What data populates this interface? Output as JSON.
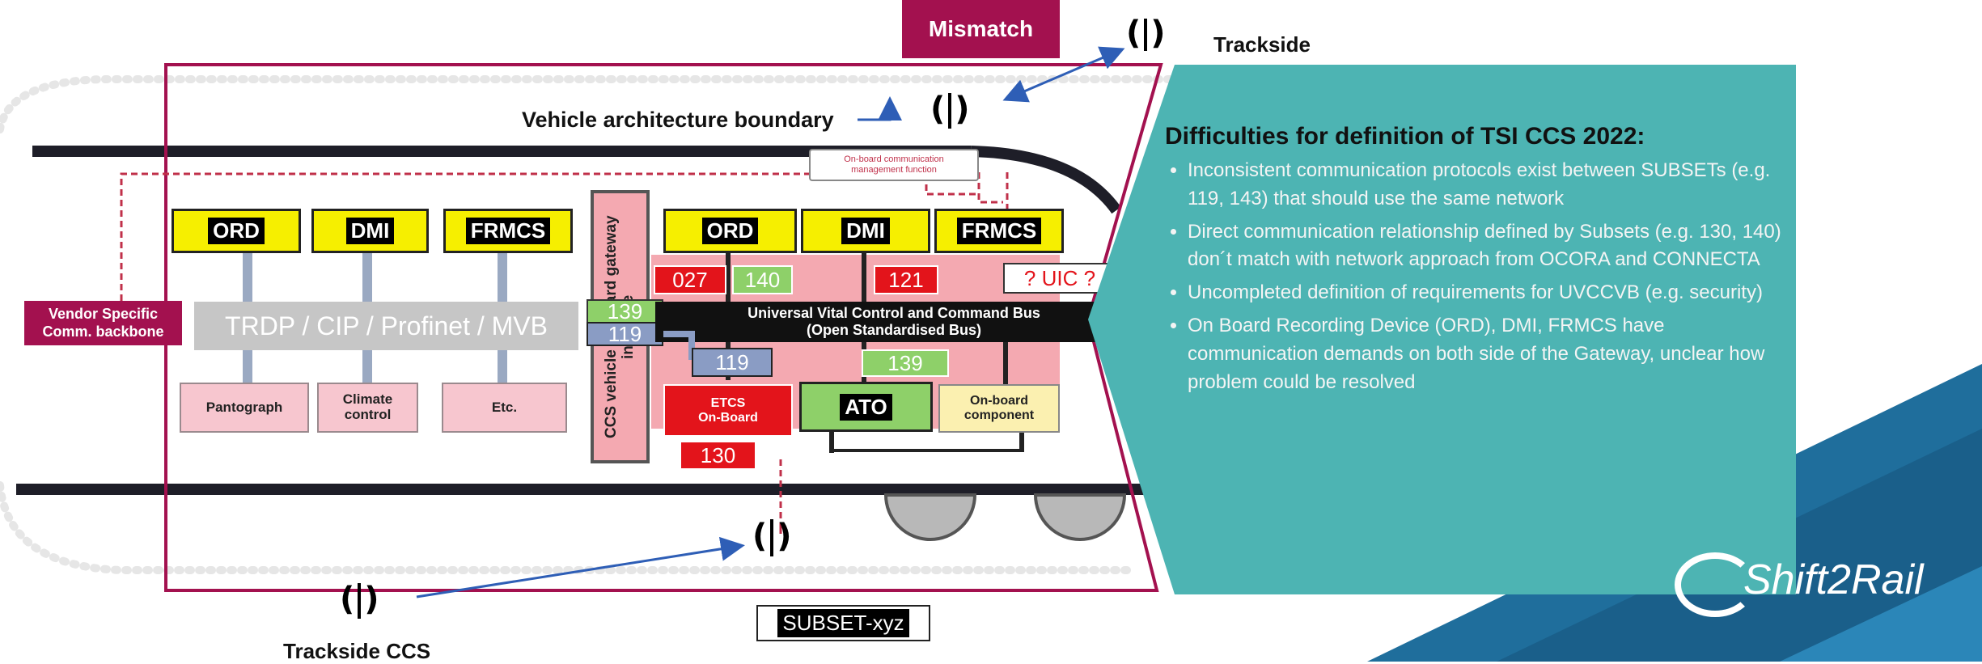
{
  "header": {
    "mismatch_label": "Mismatch",
    "trackside_label": "Trackside"
  },
  "train": {
    "vehicle_boundary_label": "Vehicle architecture boundary",
    "onboard_comm_label": "On-board communication management function",
    "left_units": [
      {
        "label": "ORD"
      },
      {
        "label": "DMI"
      },
      {
        "label": "FRMCS"
      }
    ],
    "right_units": [
      {
        "label": "ORD"
      },
      {
        "label": "DMI"
      },
      {
        "label": "FRMCS"
      }
    ],
    "vendor_backbone_label": "Vendor Specific Comm. backbone",
    "bus_protocols": "TRDP / CIP / Profinet / MVB",
    "left_devices": [
      {
        "label": "Pantograph"
      },
      {
        "label": "Climate control"
      },
      {
        "label": "Etc."
      }
    ],
    "gateway_label": "CCS vehicle standard gateway interface",
    "uvccb_line1": "Universal Vital Control and Command Bus",
    "uvccb_line2": "(Open Standardised Bus)",
    "subsets": {
      "s027": "027",
      "s140": "140",
      "s121": "121",
      "uic": "? UIC ?",
      "s139a": "139",
      "s119a": "119",
      "s119b": "119",
      "s139b": "139",
      "s130": "130"
    },
    "etcs_line1": "ETCS",
    "etcs_line2": "On-Board",
    "ato_label": "ATO",
    "onboard_component_label": "On-board component",
    "subset_xyz_label": "SUBSET-xyz",
    "trackside_ccs_label": "Trackside CCS"
  },
  "panel": {
    "title": "Difficulties for definition of TSI CCS 2022:",
    "items": [
      "Inconsistent communication protocols exist between SUBSETs (e.g. 119, 143) that should use the same network",
      "Direct communication relationship defined  by Subsets (e.g. 130, 140) don´t match with network approach from OCORA and CONNECTA",
      "Uncompleted definition of requirements for UVCCVB (e.g. security)",
      "On Board Recording Device (ORD), DMI, FRMCS have communication demands on both side of the Gateway, unclear how problem could be resolved"
    ]
  },
  "logo": {
    "text": "Shift2Rail"
  },
  "colors": {
    "mismatch_bg": "#a3114f",
    "panel_bg": "#4db4b3",
    "boundary": "#a3114f",
    "unit_yellow": "#f6ef00",
    "subset_red": "#e3141b",
    "subset_green": "#8ed069",
    "subset_blue": "#8a9cc4",
    "logo_blue": "#1f6e9c"
  }
}
